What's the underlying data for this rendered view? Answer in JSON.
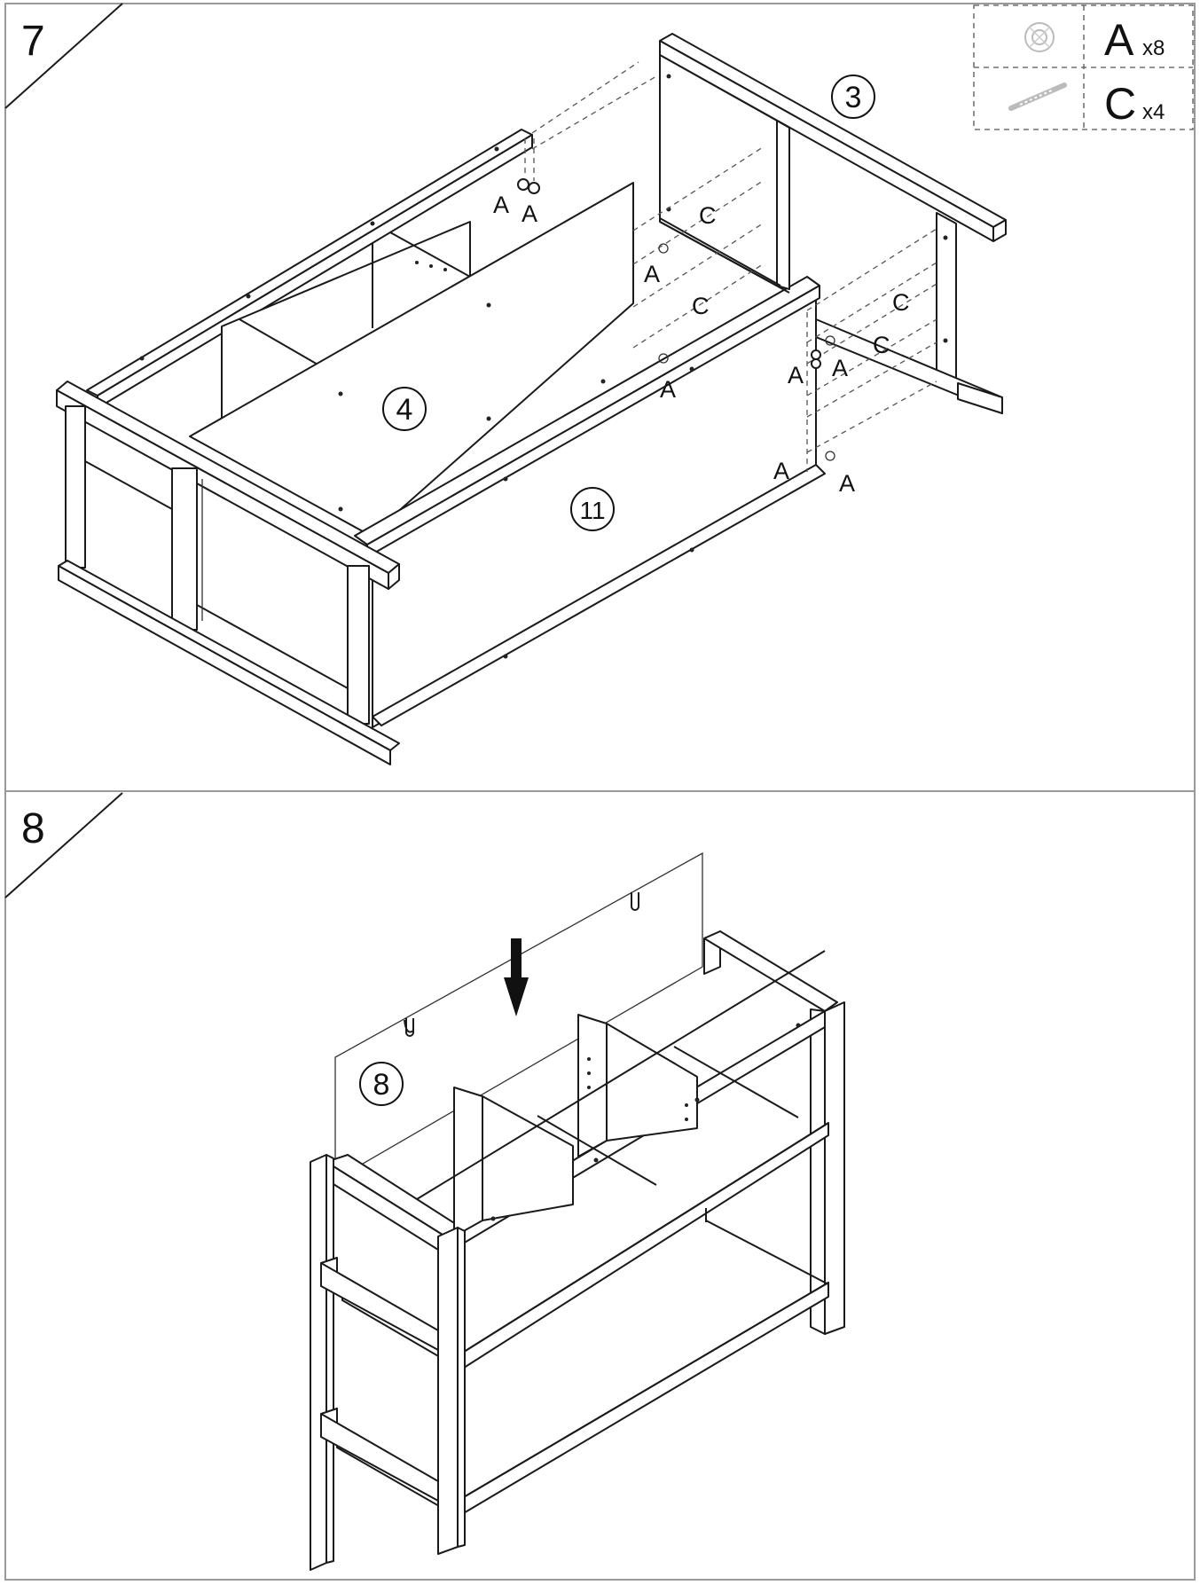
{
  "steps": [
    {
      "number": "7",
      "part_labels": [
        "3",
        "4",
        "11"
      ],
      "hardware_key": [
        {
          "letter": "A",
          "quantity": "x8",
          "icon": "cam-lock-icon"
        },
        {
          "letter": "C",
          "quantity": "x4",
          "icon": "cam-bolt-icon"
        }
      ],
      "hardware_callouts": [
        "A",
        "A",
        "A",
        "A",
        "A",
        "A",
        "A",
        "A",
        "C",
        "C",
        "C",
        "C"
      ]
    },
    {
      "number": "8",
      "part_labels": [
        "8"
      ],
      "action": "down-arrow-icon"
    }
  ],
  "colors": {
    "line": "#1a1a1a",
    "frame": "#9a9a9a",
    "background": "#ffffff"
  }
}
